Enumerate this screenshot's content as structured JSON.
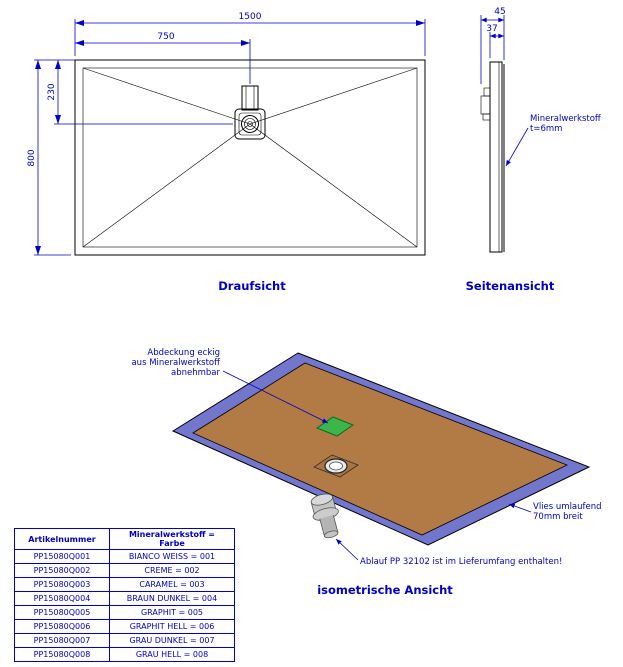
{
  "colors": {
    "dimension_blue": "#0000c8",
    "line_black": "#000000",
    "surface_brown": "#b27a45",
    "vlies_border_blue": "#7276cd",
    "cover_green": "#3cb54a",
    "fitting_gray": "#c4c4c4"
  },
  "top_view": {
    "label": "Draufsicht",
    "dim_width": "1500",
    "dim_drain_x": "750",
    "dim_drain_y": "230",
    "dim_height": "800"
  },
  "side_view": {
    "label": "Seitenansicht",
    "dim_total": "45",
    "dim_panel": "37",
    "note_line1": "Mineralwerkstoff",
    "note_line2": "t=6mm"
  },
  "iso_view": {
    "label": "isometrische Ansicht",
    "cover_note_line1": "Abdeckung eckig",
    "cover_note_line2": "aus Mineralwerkstoff",
    "cover_note_line3": "abnehmbar",
    "vlies_note_line1": "Vlies umlaufend",
    "vlies_note_line2": "70mm breit",
    "drain_note": "Ablauf PP 32102 ist im Lieferumfang enthalten!"
  },
  "table": {
    "header_article": "Artikelnummer",
    "header_material_line1": "Mineralwerkstoff =",
    "header_material_line2": "Farbe",
    "rows": [
      [
        "PP15080Q001",
        "BIANCO WEISS = 001"
      ],
      [
        "PP15080Q002",
        "CREME = 002"
      ],
      [
        "PP15080Q003",
        "CARAMEL = 003"
      ],
      [
        "PP15080Q004",
        "BRAUN DUNKEL = 004"
      ],
      [
        "PP15080Q005",
        "GRAPHIT = 005"
      ],
      [
        "PP15080Q006",
        "GRAPHIT HELL = 006"
      ],
      [
        "PP15080Q007",
        "GRAU DUNKEL = 007"
      ],
      [
        "PP15080Q008",
        "GRAU HELL = 008"
      ]
    ]
  }
}
